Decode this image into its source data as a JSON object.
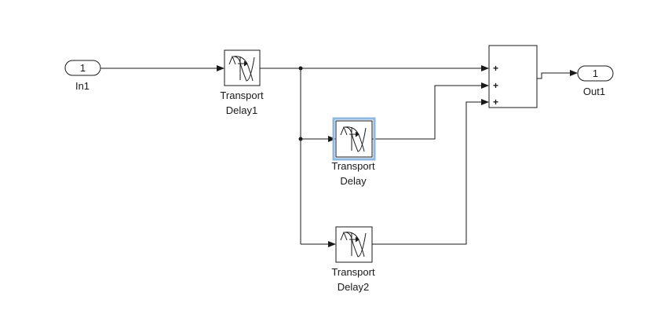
{
  "inport": {
    "number": "1",
    "label": "In1"
  },
  "outport": {
    "number": "1",
    "label": "Out1"
  },
  "blocks": {
    "transport_delay1": {
      "line1": "Transport",
      "line2": "Delay1"
    },
    "transport_delay": {
      "line1": "Transport",
      "line2": "Delay"
    },
    "transport_delay2": {
      "line1": "Transport",
      "line2": "Delay2"
    }
  },
  "sum": {
    "signs": [
      "+",
      "+",
      "+"
    ]
  },
  "colors": {
    "line": "#1a1a1a",
    "selection": "#8fb8e0",
    "background": "#ffffff"
  }
}
